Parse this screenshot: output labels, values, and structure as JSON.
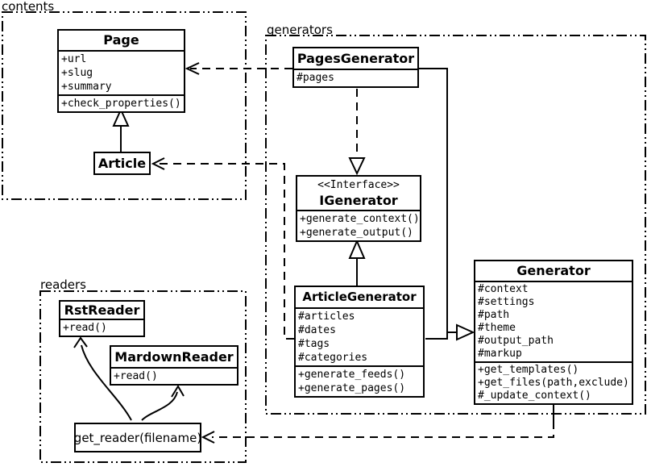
{
  "packages": {
    "contents": {
      "label": "contents"
    },
    "generators": {
      "label": "generators"
    },
    "readers": {
      "label": "readers"
    }
  },
  "classes": {
    "page": {
      "name": "Page",
      "attributes": [
        "+url",
        "+slug",
        "+summary"
      ],
      "methods": [
        "+check_properties()"
      ]
    },
    "article": {
      "name": "Article"
    },
    "pages_generator": {
      "name": "PagesGenerator",
      "attributes": [
        "#pages"
      ]
    },
    "igenerator": {
      "stereotype": "<<Interface>>",
      "name": "IGenerator",
      "methods": [
        "+generate_context()",
        "+generate_output()"
      ]
    },
    "article_generator": {
      "name": "ArticleGenerator",
      "attributes": [
        "#articles",
        "#dates",
        "#tags",
        "#categories"
      ],
      "methods": [
        "+generate_feeds()",
        "+generate_pages()"
      ]
    },
    "generator": {
      "name": "Generator",
      "attributes": [
        "#context",
        "#settings",
        "#path",
        "#theme",
        "#output_path",
        "#markup"
      ],
      "methods": [
        "+get_templates()",
        "+get_files(path,exclude)",
        "#_update_context()"
      ]
    },
    "rst_reader": {
      "name": "RstReader",
      "methods": [
        "+read()"
      ]
    },
    "mardown_reader": {
      "name": "MardownReader",
      "methods": [
        "+read()"
      ]
    },
    "get_reader": {
      "label": "get_reader(filename)"
    }
  },
  "relationships": [
    {
      "from": "Article",
      "to": "Page",
      "type": "generalization-solid-hollow-triangle"
    },
    {
      "from": "PagesGenerator",
      "to": "Page",
      "type": "dependency-dashed-open-arrow"
    },
    {
      "from": "ArticleGenerator",
      "to": "Article",
      "type": "dependency-dashed-open-arrow"
    },
    {
      "from": "PagesGenerator",
      "to": "IGenerator",
      "type": "realization-dashed-hollow-triangle"
    },
    {
      "from": "ArticleGenerator",
      "to": "IGenerator",
      "type": "generalization-solid-hollow-triangle"
    },
    {
      "from": "PagesGenerator",
      "to": "Generator",
      "type": "generalization-solid-hollow-triangle"
    },
    {
      "from": "ArticleGenerator",
      "to": "Generator",
      "type": "generalization-solid-hollow-triangle"
    },
    {
      "from": "Generator",
      "to": "get_reader(filename)",
      "type": "dependency-dashed-open-arrow"
    },
    {
      "from": "get_reader(filename)",
      "to": "RstReader",
      "type": "curved-open-arrow"
    },
    {
      "from": "get_reader(filename)",
      "to": "MardownReader",
      "type": "curved-open-arrow"
    }
  ],
  "colors": {
    "line": "#000000",
    "background": "#ffffff",
    "box_fill": "#ffffff"
  }
}
